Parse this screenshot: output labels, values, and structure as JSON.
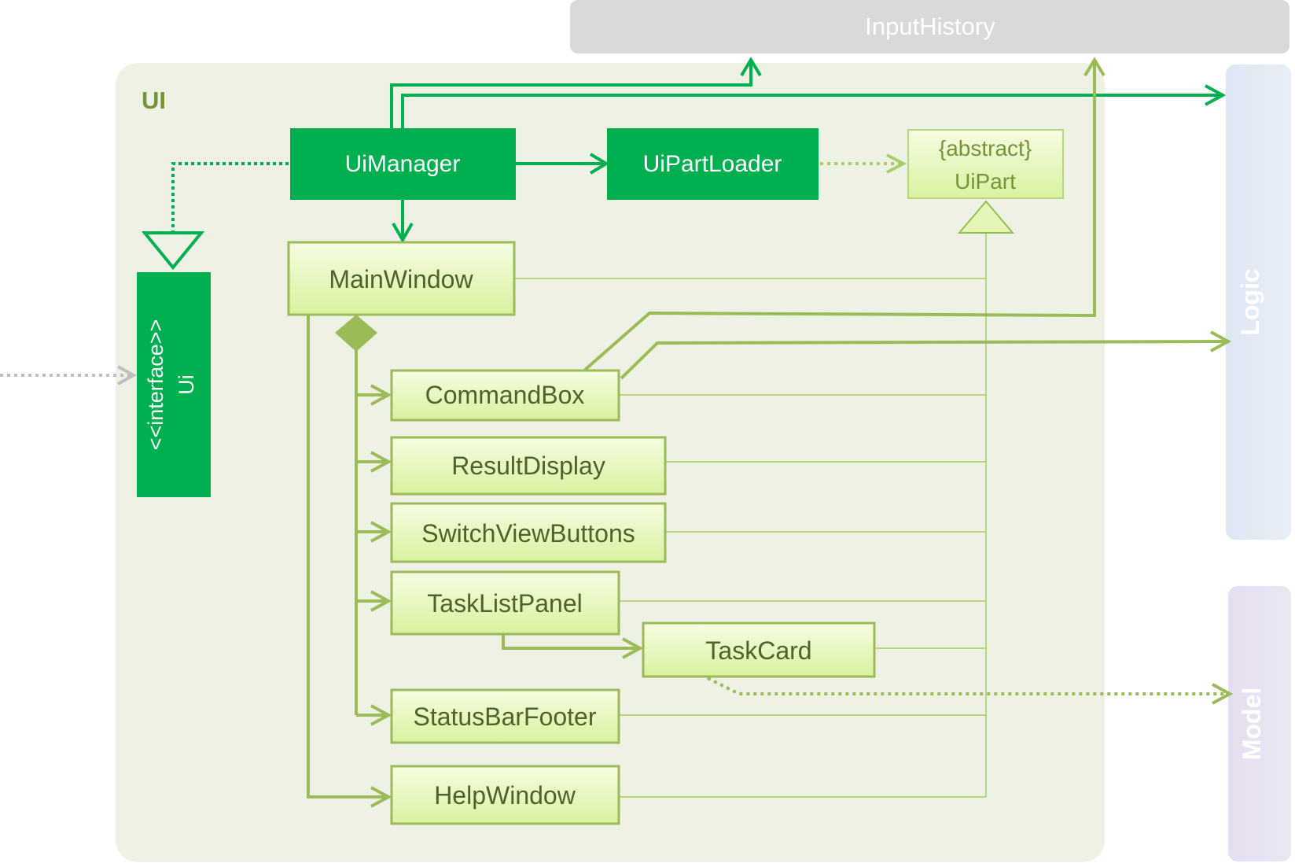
{
  "external": {
    "input_history": "InputHistory",
    "logic": "Logic",
    "model": "Model"
  },
  "ui_package": {
    "title": "UI"
  },
  "classes": {
    "ui_interface_stereotype": "<<interface>>",
    "ui_interface_name": "Ui",
    "ui_manager": "UiManager",
    "ui_part_loader": "UiPartLoader",
    "ui_part_stereotype": "{abstract}",
    "ui_part_name": "UiPart",
    "main_window": "MainWindow",
    "command_box": "CommandBox",
    "result_display": "ResultDisplay",
    "switch_view_buttons": "SwitchViewButtons",
    "task_list_panel": "TaskListPanel",
    "task_card": "TaskCard",
    "status_bar_footer": "StatusBarFooter",
    "help_window": "HelpWindow"
  },
  "colors": {
    "dark_green": "#00b050",
    "light_green_fill": "#e4f7b8",
    "light_green_stroke": "#92c050",
    "olive_text": "#4f6228",
    "package_bg": "#eef2e4",
    "gray_box": "#d9d9d9",
    "logic_box": "#dce6f2",
    "model_box": "#e6e0ec"
  }
}
